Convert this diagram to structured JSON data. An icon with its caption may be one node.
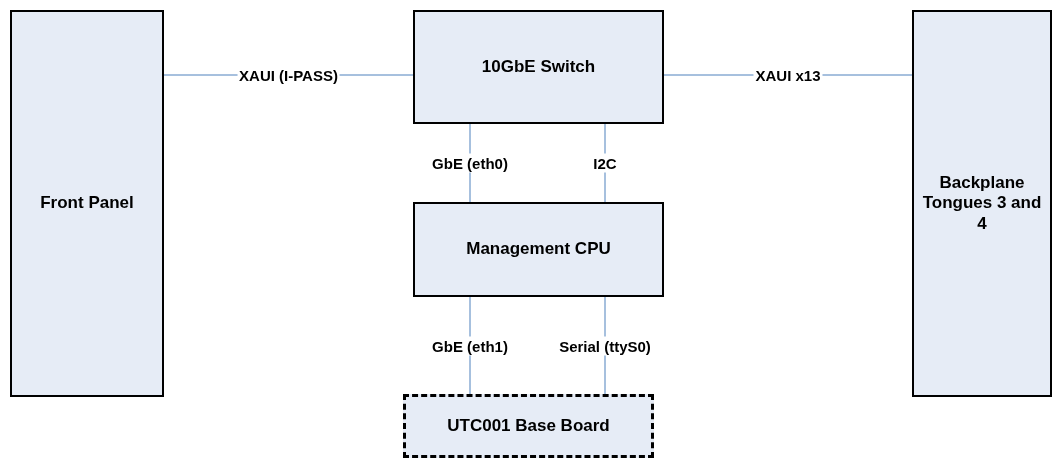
{
  "diagram": {
    "nodes": [
      {
        "text": [
          "Front Panel"
        ]
      },
      {
        "text": [
          "10GbE Switch"
        ]
      },
      {
        "text": [
          "Management CPU"
        ]
      },
      {
        "text": [
          "UTC001 Base Board"
        ]
      },
      {
        "text": [
          "Backplane Tongues 3 and 4"
        ]
      }
    ],
    "edges": [
      {
        "from": 0,
        "to": 1,
        "arrow": "none",
        "label": "XAUI (I-PASS)"
      },
      {
        "from": 1,
        "to": 4,
        "arrow": "none",
        "label": "XAUI x13"
      },
      {
        "from": 1,
        "to": 2,
        "arrow": "none",
        "label": "GbE (eth0)"
      },
      {
        "from": 1,
        "to": 2,
        "arrow": "none",
        "label": "I2C"
      },
      {
        "from": 2,
        "to": 3,
        "arrow": "none",
        "label": "GbE (eth1)"
      },
      {
        "from": 2,
        "to": 3,
        "arrow": "none",
        "label": "Serial (ttyS0)"
      }
    ]
  }
}
